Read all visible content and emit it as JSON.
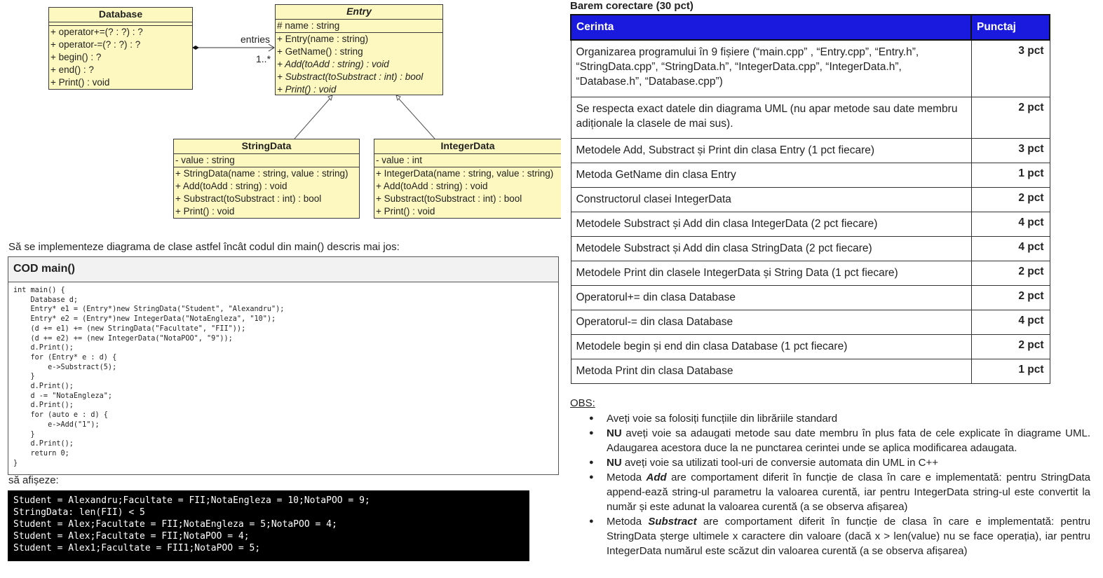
{
  "uml": {
    "database": {
      "title": "Database",
      "methods": [
        "+  operator+=(? : ?) : ?",
        "+  operator-=(? : ?) : ?",
        "+  begin() : ?",
        "+  end() : ?",
        "+  Print() : void"
      ]
    },
    "assoc": {
      "role": "entries",
      "multiplicity": "1..*"
    },
    "entry": {
      "title": "Entry",
      "attributes": [
        "#  name : string"
      ],
      "methods": [
        "+  Entry(name : string)",
        "+  GetName() : string"
      ],
      "abstract_methods": [
        "+  Add(toAdd : string) : void",
        "+  Substract(toSubstract : int) : bool",
        "+  Print() : void"
      ]
    },
    "stringdata": {
      "title": "StringData",
      "attributes": [
        "-   value : string"
      ],
      "methods": [
        "+  StringData(name : string, value : string)",
        "+  Add(toAdd : string) : void",
        "+  Substract(toSubstract : int) : bool",
        "+  Print() : void"
      ]
    },
    "integerdata": {
      "title": "IntegerData",
      "attributes": [
        "-   value : int"
      ],
      "methods": [
        "+  IntegerData(name : string, value : string)",
        "+  Add(toAdd : string) : void",
        "+  Substract(toSubstract : int) : bool",
        "+  Print() : void"
      ]
    }
  },
  "intro": "Să se implementeze diagrama de clase astfel încât codul din main() descris mai jos:",
  "code": {
    "header": "COD main()",
    "body": "int main() {\n    Database d;\n    Entry* e1 = (Entry*)new StringData(\"Student\", \"Alexandru\");\n    Entry* e2 = (Entry*)new IntegerData(\"NotaEngleza\", \"10\");\n    (d += e1) += (new StringData(\"Facultate\", \"FII\"));\n    (d += e2) += (new IntegerData(\"NotaPOO\", \"9\"));\n    d.Print();\n    for (Entry* e : d) {\n        e->Substract(5);\n    }\n    d.Print();\n    d -= \"NotaEngleza\";\n    d.Print();\n    for (auto e : d) {\n        e->Add(\"1\");\n    }\n    d.Print();\n    return 0;\n}"
  },
  "output_label": "să afișeze:",
  "output": "Student = Alexandru;Facultate = FII;NotaEngleza = 10;NotaPOO = 9;\nStringData: len(FII) < 5\nStudent = Alex;Facultate = FII;NotaEngleza = 5;NotaPOO = 4;\nStudent = Alex;Facultate = FII;NotaPOO = 4;\nStudent = Alex1;Facultate = FII1;NotaPOO = 5;",
  "grading": {
    "title": "Barem corectare (30 pct)",
    "col_req": "Cerinta",
    "col_pts": "Punctaj",
    "rows": [
      {
        "req": "Organizarea programului în 9 fișiere (“main.cpp” , “Entry.cpp”, “Entry.h”, “StringData.cpp”, “StringData.h”, “IntegerData.cpp”, “IntegerData.h”, “Database.h”, “Database.cpp”)",
        "pts": "3 pct"
      },
      {
        "req": "Se respecta exact datele din diagrama UML (nu apar metode sau date membru adiționale la clasele de mai sus).",
        "pts": "2 pct"
      },
      {
        "req": "Metodele Add, Substract și Print din clasa Entry (1 pct fiecare)",
        "pts": "3 pct"
      },
      {
        "req": "Metoda GetName din clasa Entry",
        "pts": "1 pct"
      },
      {
        "req": "Constructorul clasei IntegerData",
        "pts": "2 pct"
      },
      {
        "req": "Metodele Substract și Add din clasa IntegerData (2 pct fiecare)",
        "pts": "4 pct"
      },
      {
        "req": "Metodele Substract și Add din clasa StringData (2 pct fiecare)",
        "pts": "4 pct"
      },
      {
        "req": "Metodele Print din clasele IntegerData și String Data (1 pct fiecare)",
        "pts": "2 pct"
      },
      {
        "req": "Operatorul+= din clasa Database",
        "pts": "2 pct"
      },
      {
        "req": "Operatorul-= din clasa Database",
        "pts": "4 pct"
      },
      {
        "req": "Metodele begin și end din clasa Database (1 pct fiecare)",
        "pts": "2 pct"
      },
      {
        "req": "Metoda Print din clasa Database",
        "pts": "1 pct"
      }
    ]
  },
  "obs": {
    "label": "OBS:",
    "notes": [
      {
        "pre": "",
        "bold": "",
        "post": "Aveți voie sa folosiți funcțiile din librăriile standard"
      },
      {
        "pre": "",
        "bold": "NU",
        "post": " aveți voie sa adaugati metode sau date membru în plus fata de cele explicate în diagrame UML. Adaugarea acestora duce la ne punctarea cerintei unde se aplica modificarea adaugata."
      },
      {
        "pre": "",
        "bold": "NU",
        "post": " aveți voie sa utilizati tool-uri de conversie automata din UML in C++"
      },
      {
        "pre": "Metoda ",
        "bold": "Add",
        "post": " are comportament diferit în funcție de clasa în care e implementată: pentru StringData append-ează string-ul parametru la valoarea curentă, iar pentru IntegerData string-ul este convertit la număr și este adunat la valoarea curentă (a se observa afișarea)"
      },
      {
        "pre": "Metoda ",
        "bold": "Substract",
        "post": " are comportament diferit în funcție de clasa în care e implementată: pentru StringData șterge ultimele x caractere din valoare (dacă x > len(value) nu se face operația), iar pentru IntegerData numărul este scăzut din valoarea curentă (a se observa afișarea)"
      }
    ]
  }
}
